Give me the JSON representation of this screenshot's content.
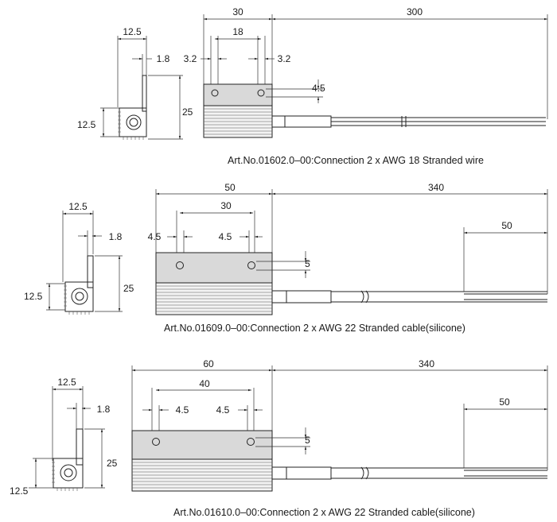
{
  "drawings": [
    {
      "caption": "Art.No.01602.0–00:Connection 2 x AWG 18 Stranded wire",
      "side": {
        "width": "12.5",
        "offset": "1.8",
        "height": "25",
        "base": "12.5"
      },
      "front": {
        "length": "30",
        "hole_spacing": "18",
        "hole_left": "3.2",
        "hole_right": "3.2",
        "hole_height": "4.5"
      },
      "cable": {
        "length": "300"
      }
    },
    {
      "caption": "Art.No.01609.0–00:Connection 2 x AWG 22 Stranded cable(silicone)",
      "side": {
        "width": "12.5",
        "offset": "1.8",
        "height": "25",
        "base": "12.5"
      },
      "front": {
        "length": "50",
        "hole_spacing": "30",
        "hole_left": "4.5",
        "hole_right": "4.5",
        "hole_height": "5"
      },
      "cable": {
        "length": "340",
        "strip": "50"
      }
    },
    {
      "caption": "Art.No.01610.0–00:Connection 2 x AWG 22 Stranded cable(silicone)",
      "side": {
        "width": "12.5",
        "offset": "1.8",
        "height": "25",
        "base": "12.5"
      },
      "front": {
        "length": "60",
        "hole_spacing": "40",
        "hole_left": "4.5",
        "hole_right": "4.5",
        "hole_height": "5"
      },
      "cable": {
        "length": "340",
        "strip": "50"
      }
    }
  ]
}
